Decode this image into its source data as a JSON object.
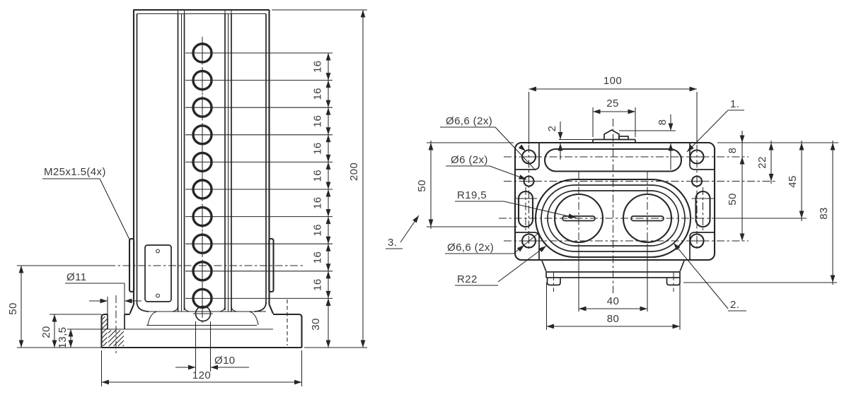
{
  "meta": {
    "background": "#ffffff",
    "ink": "#262626"
  },
  "drawing": {
    "front_view": {
      "thread_label": "M25x1.5(4x)",
      "base_hole_label": "Ø11",
      "bottom_hole_label": "Ø10",
      "dim_total_height": "200",
      "dim_bottom_offset": "30",
      "dim_base_width": "120",
      "dim_flange_axis_height": "50",
      "dim_foot_height": "20",
      "dim_counterbore_depth": "13,5",
      "dim_pitch": [
        "16",
        "16",
        "16",
        "16",
        "16",
        "16",
        "16",
        "16",
        "16"
      ]
    },
    "top_view": {
      "dim_hole_span_h": "100",
      "dim_tab_width": "25",
      "dim_tab_step": "2",
      "dim_tab_height": "8",
      "dim_top_hole_offset": "8",
      "dim_small_hole_offset": "22",
      "dim_slot_center_offset": "45",
      "dim_hole_span_v": "50",
      "dim_slot_bottom_offset": "50",
      "dim_total_depth": "83",
      "dim_circle_centers": "40",
      "dim_base_strip": "80",
      "label_corner_holes_top": "Ø6,6 (2x)",
      "label_small_holes": "Ø6 (2x)",
      "label_inner_radius": "R19,5",
      "label_corner_holes_bottom": "Ø6,6 (2x)",
      "label_outer_radius": "R22",
      "note_1": "1.",
      "note_2": "2.",
      "note_3": "3."
    }
  }
}
